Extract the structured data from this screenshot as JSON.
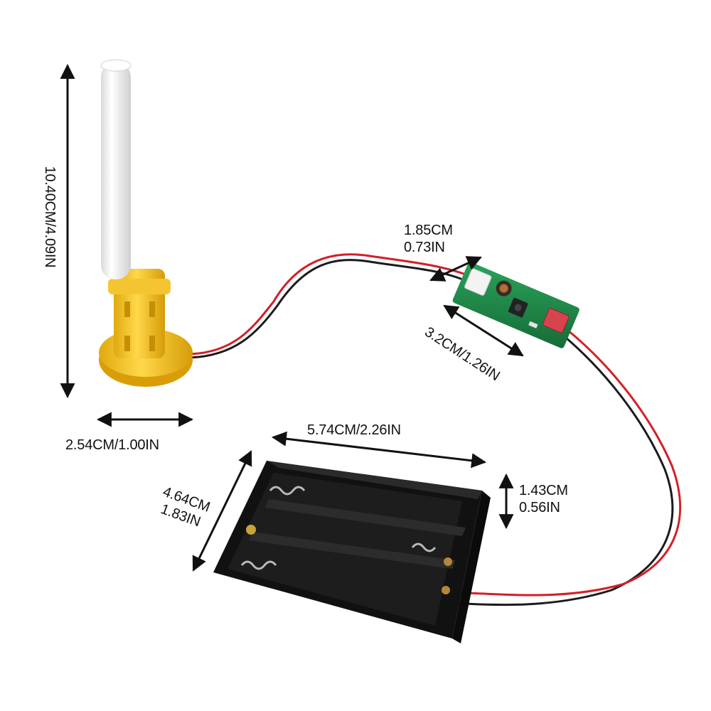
{
  "colors": {
    "background": "#ffffff",
    "dimension_line": "#111111",
    "wand_tube": "#f4f4f4",
    "wand_base": "#f2c62d",
    "pcb": "#1f8a4a",
    "battery_case": "#1a1a1a",
    "wire_red": "#d31f26",
    "wire_black": "#1b1b1b"
  },
  "components": [
    {
      "name": "bubble-wand",
      "icon": "wand-with-yellow-base"
    },
    {
      "name": "control-board",
      "icon": "green-pcb-with-switch"
    },
    {
      "name": "battery-holder",
      "icon": "3xAA-battery-box"
    }
  ],
  "dimensions": {
    "wand_height": "10.40CM/4.09IN",
    "wand_base_width": "2.54CM/1.00IN",
    "board_width_cm": "1.85CM",
    "board_width_in": "0.73IN",
    "board_length": "3.2CM/1.26IN",
    "box_length": "5.74CM/2.26IN",
    "box_width_cm": "4.64CM",
    "box_width_in": "1.83IN",
    "box_height_cm": "1.43CM",
    "box_height_in": "0.56IN"
  }
}
